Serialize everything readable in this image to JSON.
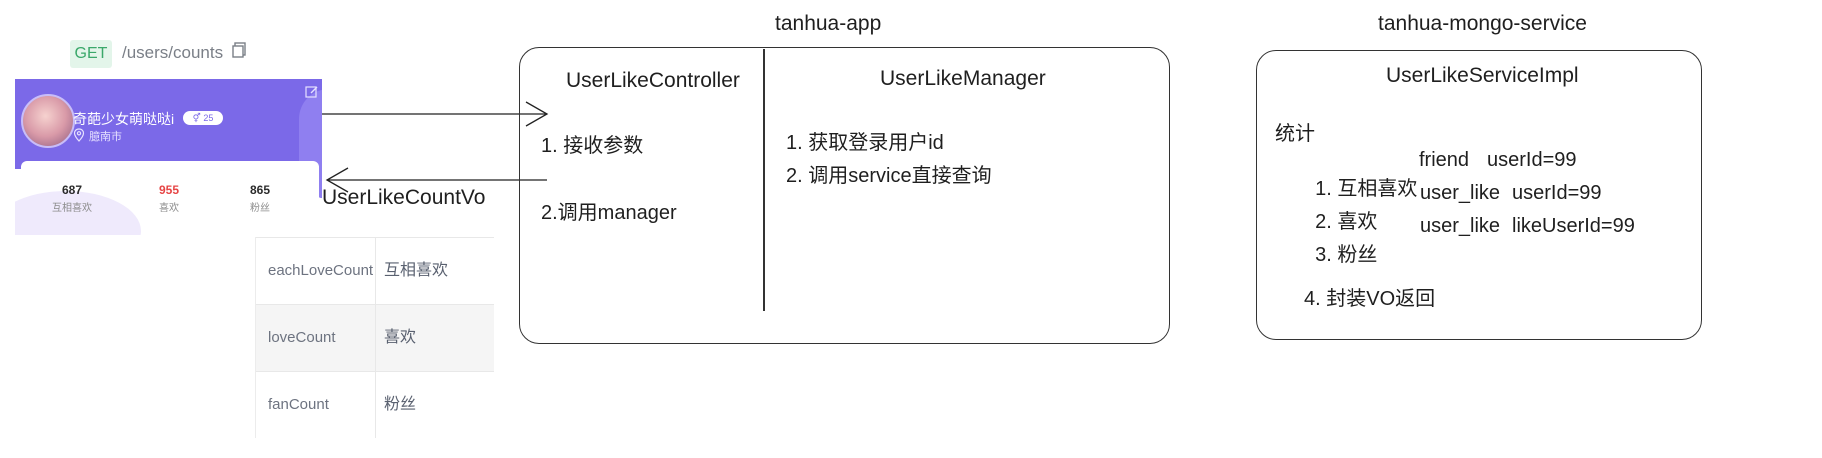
{
  "api": {
    "method": "GET",
    "path": "/users/counts"
  },
  "profile_card": {
    "nickname": "奇葩少女萌哒哒i",
    "age_badge": "25",
    "location": "臆南市",
    "stats": [
      {
        "value": "687",
        "label": "互相喜欢",
        "highlight": false
      },
      {
        "value": "955",
        "label": "喜欢",
        "highlight": true
      },
      {
        "value": "865",
        "label": "粉丝",
        "highlight": false
      }
    ]
  },
  "vo": {
    "title": "UserLikeCountVo",
    "rows": [
      {
        "field": "eachLoveCount",
        "desc": "互相喜欢"
      },
      {
        "field": "loveCount",
        "desc": "喜欢"
      },
      {
        "field": "fanCount",
        "desc": "粉丝"
      }
    ]
  },
  "app": {
    "title": "tanhua-app",
    "controller": {
      "title": "UserLikeController",
      "steps": [
        "1. 接收参数",
        "2.调用manager"
      ]
    },
    "manager": {
      "title": "UserLikeManager",
      "steps": [
        "1. 获取登录用户id",
        "2. 调用service直接查询"
      ]
    }
  },
  "service": {
    "title": "tanhua-mongo-service",
    "impl_title": "UserLikeServiceImpl",
    "stat_heading": "统计",
    "rows": [
      {
        "label": "1. 互相喜欢",
        "collection": "friend",
        "query": "userId=99"
      },
      {
        "label": "2. 喜欢",
        "collection": "user_like",
        "query": "userId=99"
      },
      {
        "label": "3. 粉丝",
        "collection": "user_like",
        "query": "likeUserId=99"
      }
    ],
    "final_step": "4. 封装VO返回"
  }
}
